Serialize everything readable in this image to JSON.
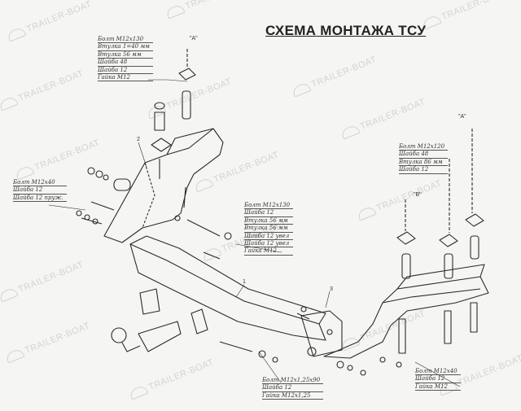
{
  "title": "СХЕМА МОНТАЖА ТСУ",
  "watermark": "TRAILER-BOAT",
  "views": {
    "a_left": "\"A\"",
    "a_right": "\"A\"",
    "b": "\"B\""
  },
  "callouts": {
    "c1": "1",
    "c2": "2",
    "c3": "3"
  },
  "notes": {
    "top": [
      "Болт М12х130",
      "Втулка 1=40 мм",
      "Втулка 56 мм",
      "Шайба 48",
      "Шайба 12",
      "Гайка М12"
    ],
    "left": [
      "Болт М12х40",
      "Шайба 12",
      "Шайба 12 пруж."
    ],
    "center": [
      "Болт М12х130",
      "Шайба 12",
      "Втулка 56 мм",
      "Втулка 56 мм",
      "Шайба 12 увел",
      "Шайба 12 увел",
      "Гайка М12"
    ],
    "right": [
      "Болт М12х120",
      "Шайба 48",
      "Втулка 86 мм",
      "Шайба 12"
    ],
    "bottom_right": [
      "Болт М12х40",
      "Шайба 12",
      "Гайка М12"
    ],
    "bottom": [
      "Болт М12х1,25х90",
      "Шайба 12",
      "Гайка М12х1,25"
    ]
  },
  "colors": {
    "ink": "#2a2a2a",
    "paper": "#f5f5f3"
  }
}
